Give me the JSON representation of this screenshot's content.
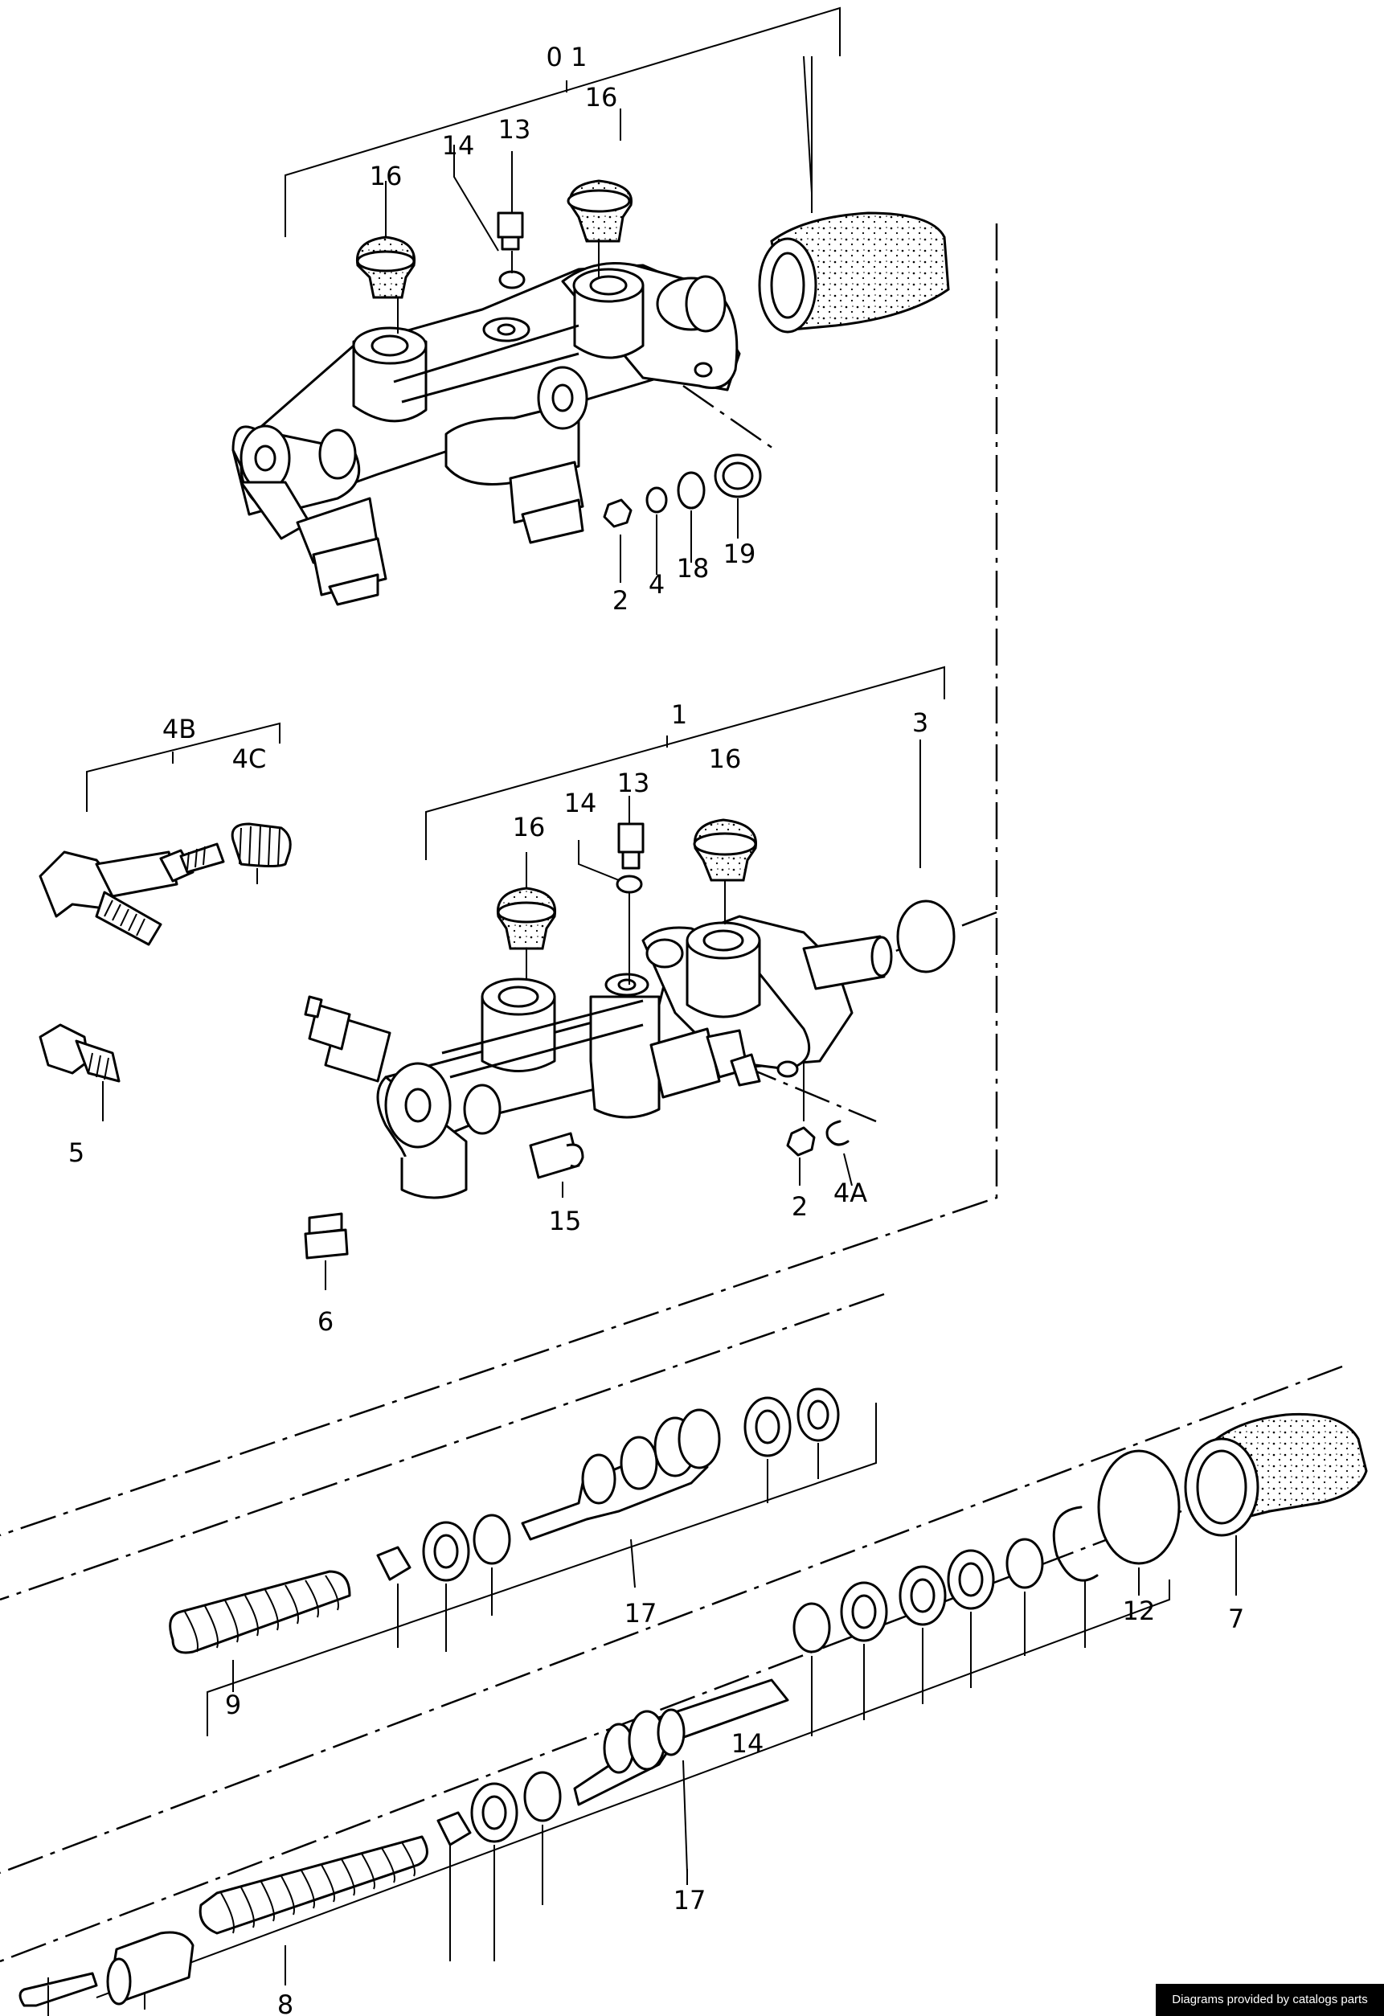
{
  "callouts": {
    "c01": "0 1",
    "c1": "1",
    "c2a": "2",
    "c2b": "2",
    "c3": "3",
    "c4a": "4",
    "c4A": "4A",
    "c4B": "4B",
    "c4C": "4C",
    "c5": "5",
    "c6": "6",
    "c7": "7",
    "c8": "8",
    "c9": "9",
    "c12": "12",
    "c13a": "13",
    "c13b": "13",
    "c14a": "14",
    "c14b": "14",
    "c14c": "14",
    "c15": "15",
    "c16a": "16",
    "c16b": "16",
    "c16c": "16",
    "c16d": "16",
    "c17a": "17",
    "c17b": "17",
    "c18": "18",
    "c19": "19"
  },
  "credit": "Diagrams provided by catalogs parts"
}
